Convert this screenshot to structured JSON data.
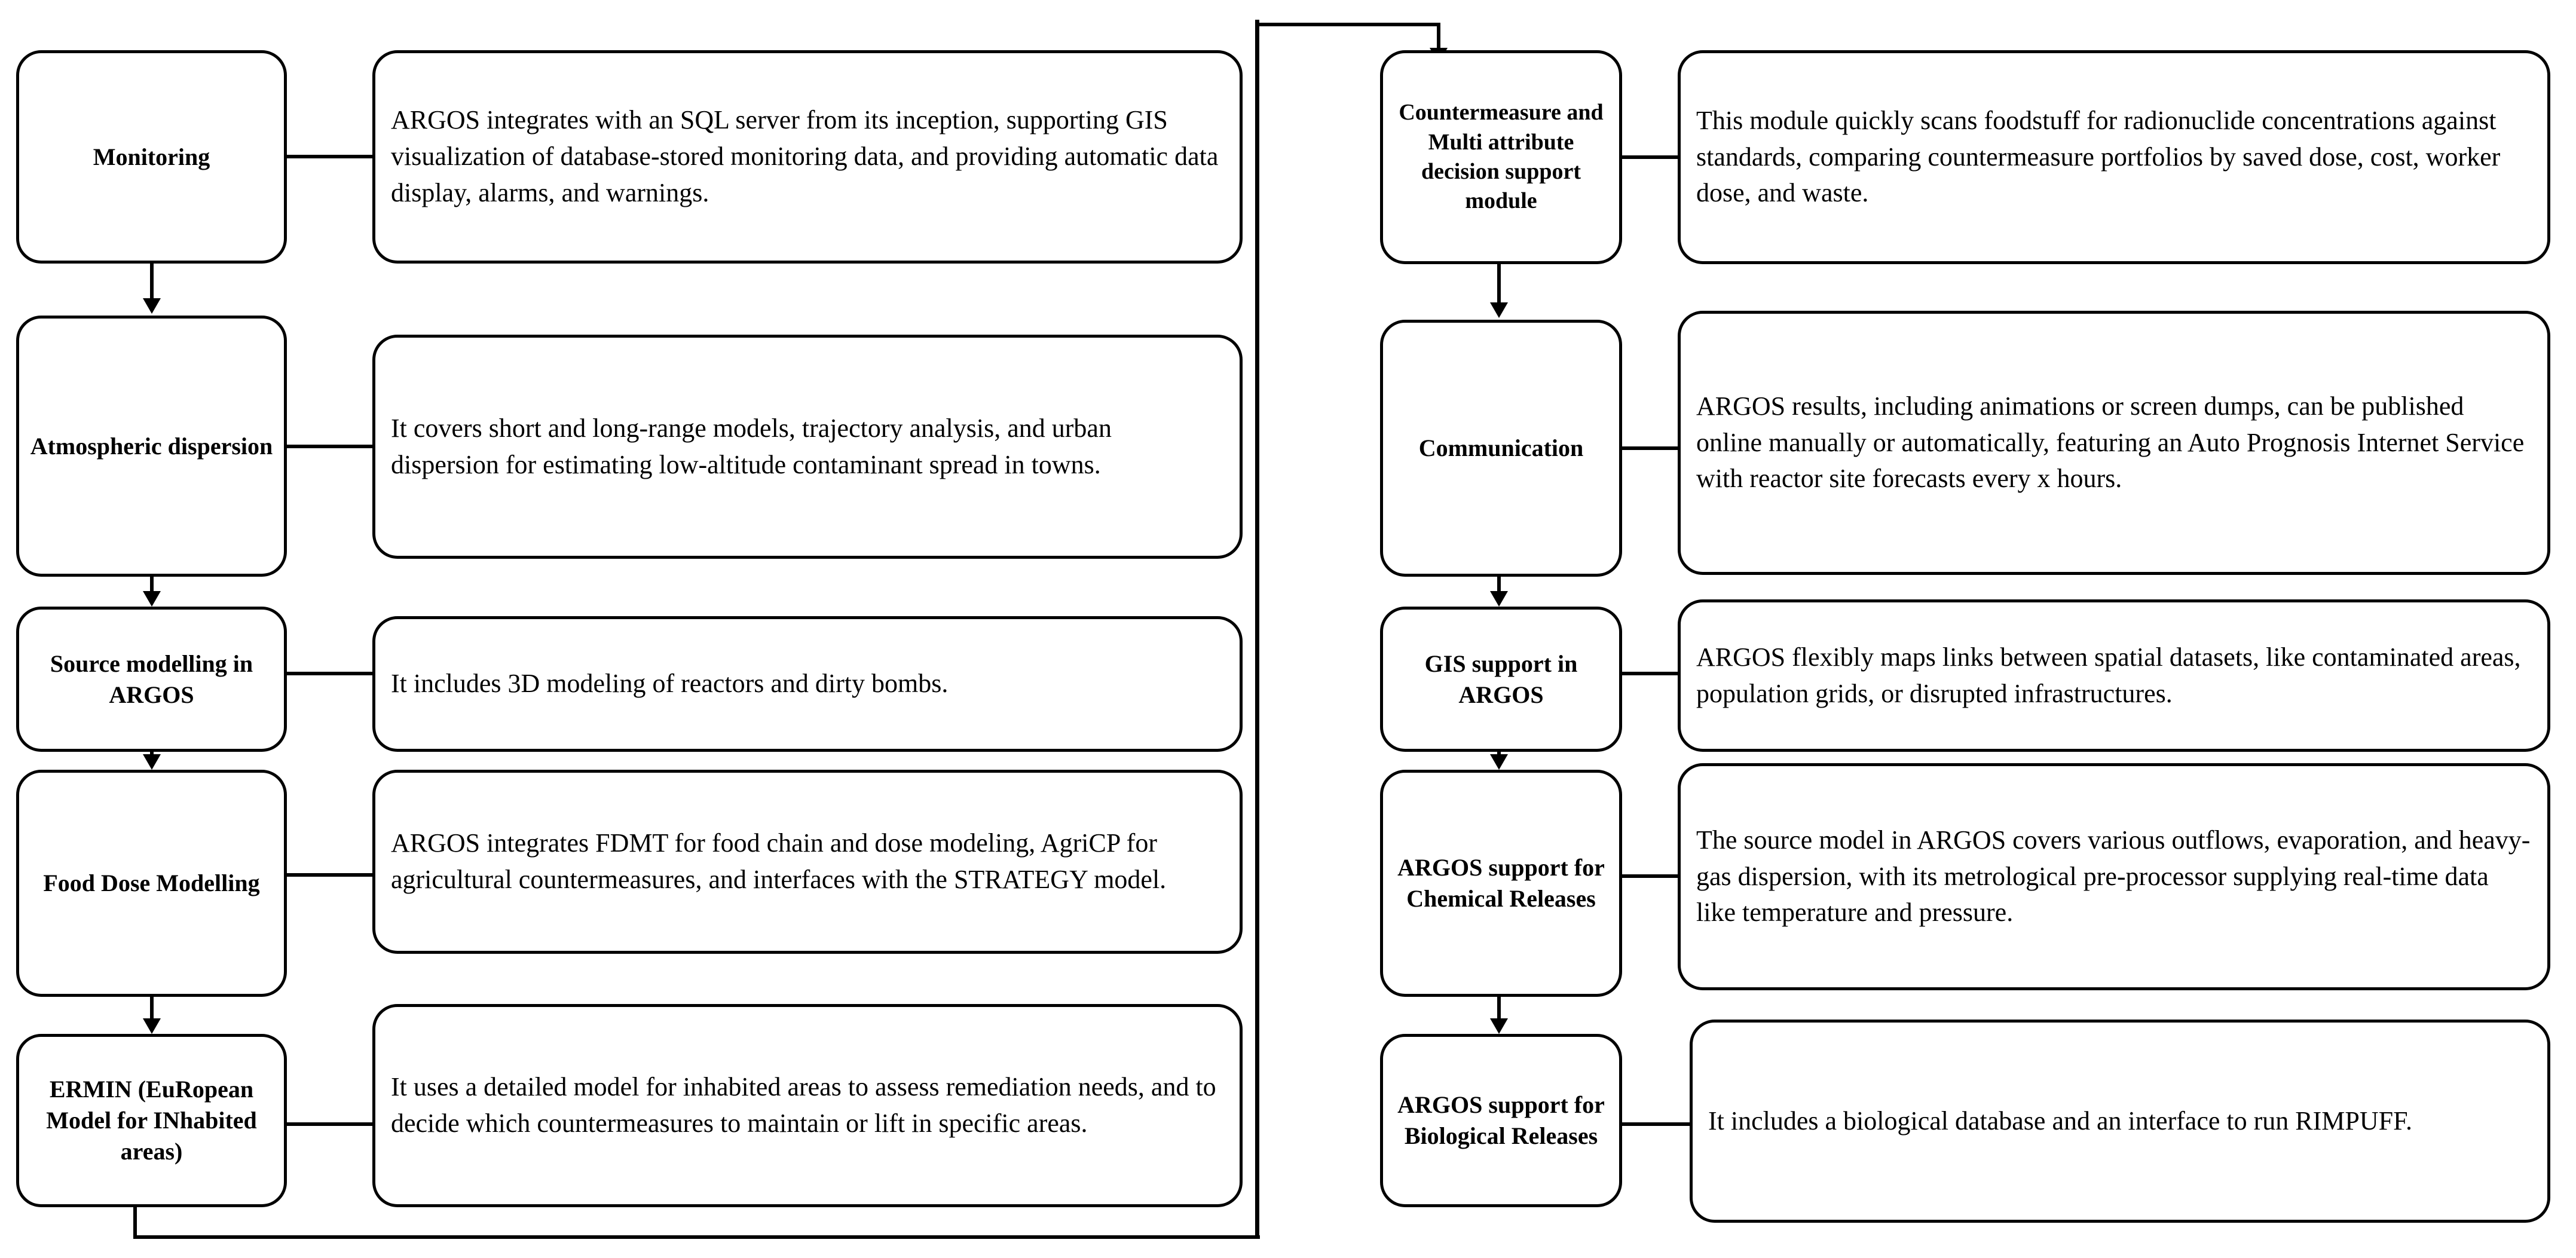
{
  "diagram": {
    "title": "ARGOS modules overview flow diagram",
    "columns": [
      {
        "id": "left",
        "rows": [
          {
            "node": "Monitoring",
            "desc": "ARGOS integrates with an SQL server from its inception, supporting GIS visualization of database-stored monitoring data, and providing automatic data display, alarms, and warnings."
          },
          {
            "node": "Atmospheric dispersion",
            "desc": "It covers short and long-range models, trajectory analysis, and urban dispersion for estimating low-altitude contaminant spread in towns."
          },
          {
            "node": "Source modelling in ARGOS",
            "desc": "It includes 3D modeling of reactors and dirty bombs."
          },
          {
            "node": "Food Dose Modelling",
            "desc": "ARGOS integrates FDMT for food chain and dose modeling, AgriCP for agricultural countermeasures, and interfaces with the STRATEGY model."
          },
          {
            "node": "ERMIN (EuRopean Model for INhabited areas)",
            "desc": "It uses a detailed model for inhabited areas to assess remediation needs, and to decide which countermeasures to maintain or lift in specific areas."
          }
        ]
      },
      {
        "id": "right",
        "rows": [
          {
            "node": "Countermeasure and Multi attribute decision support module",
            "desc": "This module quickly scans foodstuff for radionuclide concentrations against standards, comparing countermeasure portfolios by saved dose, cost, worker dose, and waste."
          },
          {
            "node": "Communication",
            "desc": "ARGOS results, including animations or screen dumps, can be published online manually or automatically, featuring an Auto Prognosis Internet Service with reactor site forecasts every x hours."
          },
          {
            "node": "GIS support in ARGOS",
            "desc": "ARGOS flexibly maps links between spatial datasets, like contaminated areas, population grids, or disrupted infrastructures."
          },
          {
            "node": "ARGOS support for Chemical Releases",
            "desc": "The source model in ARGOS covers various outflows, evaporation, and heavy-gas dispersion, with its metrological pre-processor supplying real-time data like temperature and pressure."
          },
          {
            "node": "ARGOS support for Biological Releases",
            "desc": "It includes a biological database and an interface to run RIMPUFF."
          }
        ]
      }
    ],
    "colors": {
      "stroke": "#000000",
      "fill": "#ffffff"
    }
  }
}
